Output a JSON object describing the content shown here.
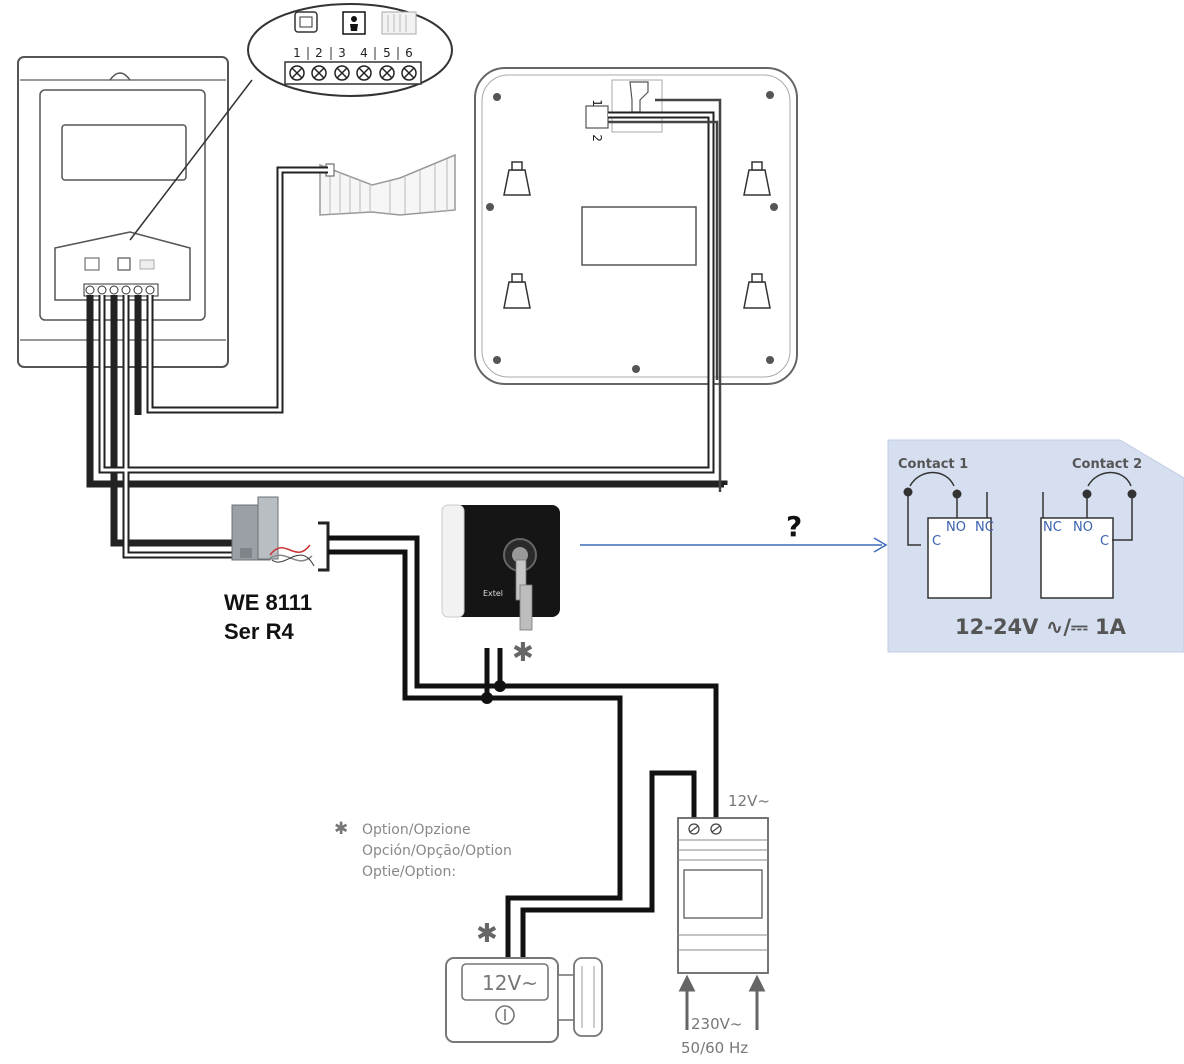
{
  "intercom_terminals": [
    "1",
    "2",
    "3",
    "4",
    "5",
    "6"
  ],
  "relay_module": {
    "model": "WE 8111",
    "series": "Ser R4"
  },
  "unknown_link_label": "?",
  "relay_contacts": {
    "contact1_title": "Contact 1",
    "contact2_title": "Contact 2",
    "contact1_pins": {
      "c": "C",
      "no": "NO",
      "nc": "NC"
    },
    "contact2_pins": {
      "nc": "NC",
      "no": "NO",
      "c": "C"
    },
    "rating": "12-24V ∿/⎓ 1A"
  },
  "monitor_terminals": [
    "1",
    "2"
  ],
  "key_switch_brand": "Extel",
  "power_supply": {
    "output_label": "12V~",
    "input_label": "230V~",
    "frequency_label": "50/60 Hz"
  },
  "lock": {
    "voltage_label": "12V~"
  },
  "option_note": {
    "symbol": "✱",
    "lines": [
      "Option/Opzione",
      "Opción/Opção/Option",
      "Optie/Option:"
    ]
  },
  "option_markers": [
    "✱",
    "✱"
  ]
}
